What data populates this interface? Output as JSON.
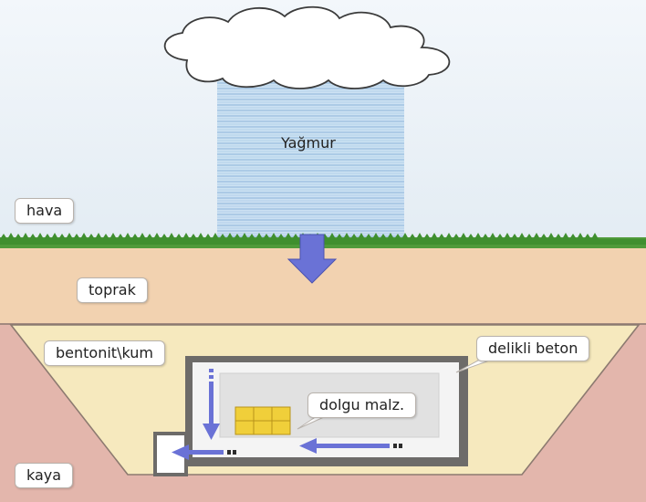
{
  "labels": {
    "rain": "Yağmur",
    "air": "hava",
    "soil": "toprak",
    "bentonite_sand": "bentonit\\kum",
    "perforated_concrete": "delikli beton",
    "fill_material": "dolgu malz.",
    "rock": "kaya"
  },
  "colors": {
    "sky": "#eaf1f7",
    "soil": "#f2d2b0",
    "rock": "#e3b6ac",
    "bentonite": "#f6e9be",
    "concrete_wall": "#6d6b69",
    "vault_interior": "#f4f4f4",
    "flow_arrow": "#6a72d6",
    "grass": "#3f8f2f",
    "waste_package": "#f0cf3a"
  }
}
